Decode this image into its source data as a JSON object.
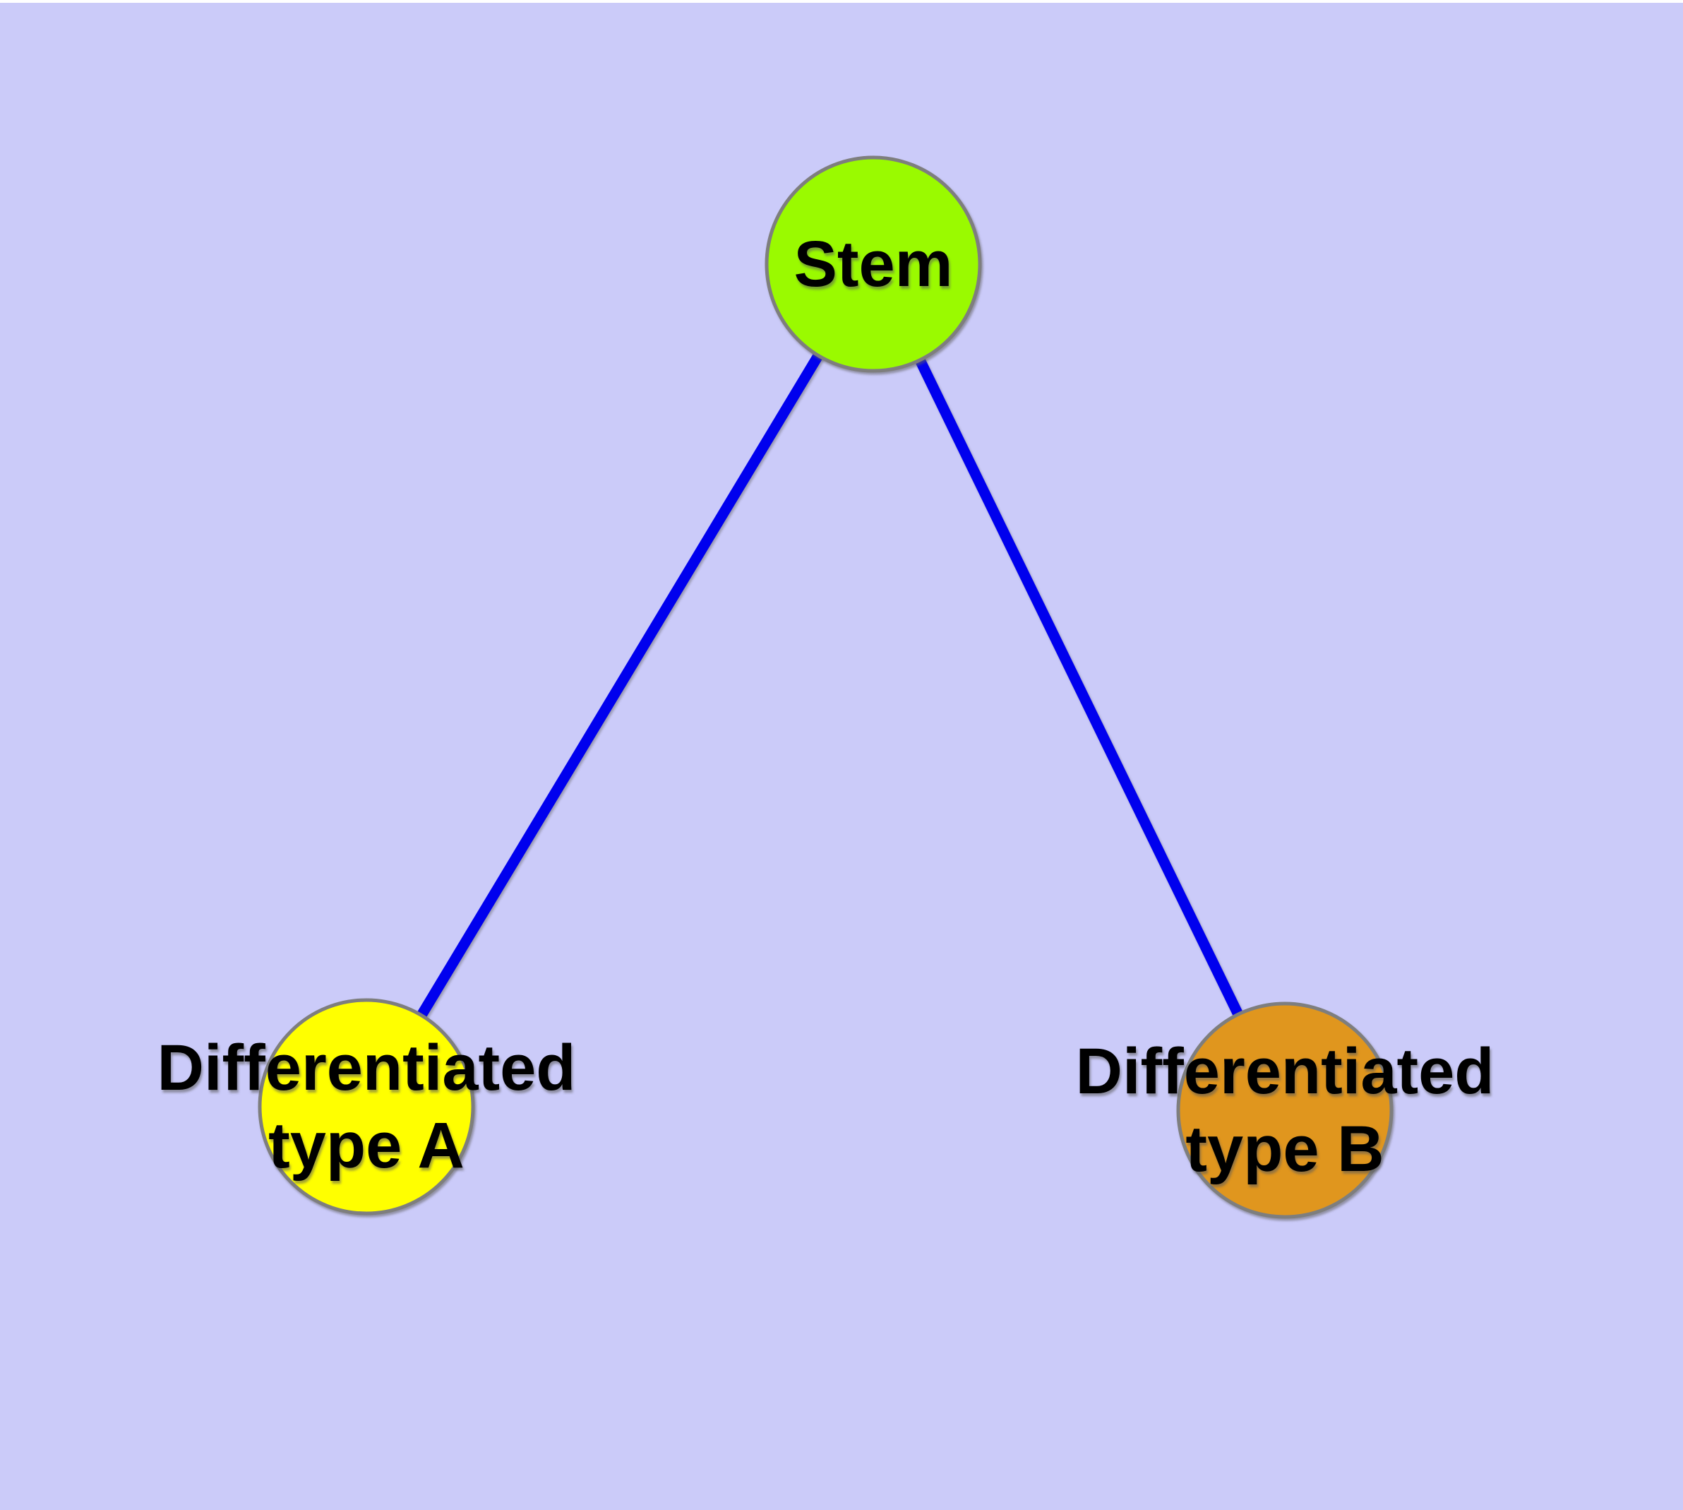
{
  "window": {
    "background_color": "#CBCBF9",
    "top_strip_color": "#FFFFFF"
  },
  "diagram": {
    "type": "node-link-graph",
    "edge_color": "#0000EE",
    "node_border_color": "#7E7E7E",
    "label_color": "#000000",
    "nodes": [
      {
        "id": "stem",
        "label": "Stem",
        "fill": "#9AFA00"
      },
      {
        "id": "differentiated-type-a",
        "label_line1": "Differentiated",
        "label_line2": "type A",
        "fill": "#FFFF00"
      },
      {
        "id": "differentiated-type-b",
        "label_line1": "Differentiated",
        "label_line2": "type B",
        "fill": "#E0961E"
      }
    ],
    "edges": [
      {
        "from": "stem",
        "to": "differentiated-type-a"
      },
      {
        "from": "stem",
        "to": "differentiated-type-b"
      }
    ]
  }
}
